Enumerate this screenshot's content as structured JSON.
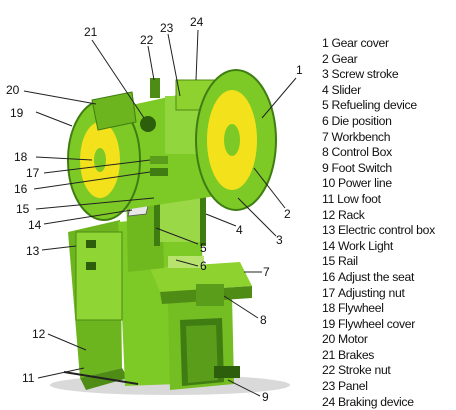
{
  "legend": [
    {
      "num": "1",
      "name": "Gear cover"
    },
    {
      "num": "2",
      "name": "Gear"
    },
    {
      "num": "3",
      "name": "Screw stroke"
    },
    {
      "num": "4",
      "name": "Slider"
    },
    {
      "num": "5",
      "name": "Refueling device"
    },
    {
      "num": "6",
      "name": "Die position"
    },
    {
      "num": "7",
      "name": "Workbench"
    },
    {
      "num": "8",
      "name": "Control Box"
    },
    {
      "num": "9",
      "name": "Foot Switch"
    },
    {
      "num": "10",
      "name": "Power line"
    },
    {
      "num": "11",
      "name": "Low foot"
    },
    {
      "num": "12",
      "name": "Rack"
    },
    {
      "num": "13",
      "name": "Electric control box"
    },
    {
      "num": "14",
      "name": "Work Light"
    },
    {
      "num": "15",
      "name": "Rail"
    },
    {
      "num": "16",
      "name": "Adjust the seat"
    },
    {
      "num": "17",
      "name": "Adjusting nut"
    },
    {
      "num": "18",
      "name": "Flywheel"
    },
    {
      "num": "19",
      "name": "Flywheel cover"
    },
    {
      "num": "20",
      "name": "Motor"
    },
    {
      "num": "21",
      "name": "Brakes"
    },
    {
      "num": "22",
      "name": "Stroke nut"
    },
    {
      "num": "23",
      "name": "Panel"
    },
    {
      "num": "24",
      "name": "Braking device"
    }
  ],
  "callouts": {
    "c1": "1",
    "c2": "2",
    "c3": "3",
    "c4": "4",
    "c5": "5",
    "c6": "6",
    "c7": "7",
    "c8": "8",
    "c9": "9",
    "c11": "11",
    "c12": "12",
    "c13": "13",
    "c14": "14",
    "c15": "15",
    "c16": "16",
    "c17": "17",
    "c18": "18",
    "c19": "19",
    "c20": "20",
    "c21": "21",
    "c22": "22",
    "c23": "23",
    "c24": "24"
  },
  "colors": {
    "machine_green": "#7dc925",
    "machine_dark": "#3f7d12",
    "flywheel_yellow": "#f3e11c"
  }
}
